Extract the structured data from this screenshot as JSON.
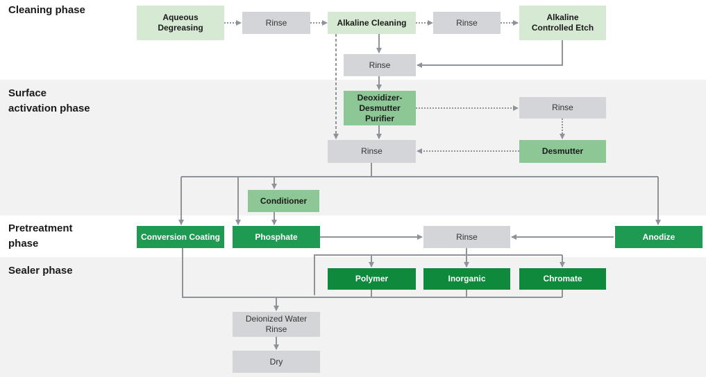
{
  "phases": {
    "cleaning": "Cleaning phase",
    "activation": "Surface\nactivation phase",
    "pretreatment": "Pretreatment\nphase",
    "sealer": "Sealer phase"
  },
  "steps": {
    "aqueous_degreasing": "Aqueous\nDegreasing",
    "rinse_1": "Rinse",
    "alkaline_cleaning": "Alkaline Cleaning",
    "rinse_2": "Rinse",
    "alkaline_etch": "Alkaline\nControlled Etch",
    "rinse_3": "Rinse",
    "deoxidizer": "Deoxidizer-\nDesmutter\nPurifier",
    "rinse_4": "Rinse",
    "rinse_5": "Rinse",
    "desmutter": "Desmutter",
    "conditioner": "Conditioner",
    "conversion_coating": "Conversion Coating",
    "phosphate": "Phosphate",
    "rinse_6": "Rinse",
    "anodize": "Anodize",
    "polymer": "Polymer",
    "inorganic": "Inorganic",
    "chromate": "Chromate",
    "di_rinse": "Deionized Water\nRinse",
    "dry": "Dry"
  },
  "colors": {
    "light_green": "#d6ead3",
    "mid_green": "#8cc795",
    "dark_green": "#1e9a52",
    "darkest_green": "#0f8a3c",
    "gray_box": "#d3d5d8",
    "connector": "#8e9399"
  }
}
